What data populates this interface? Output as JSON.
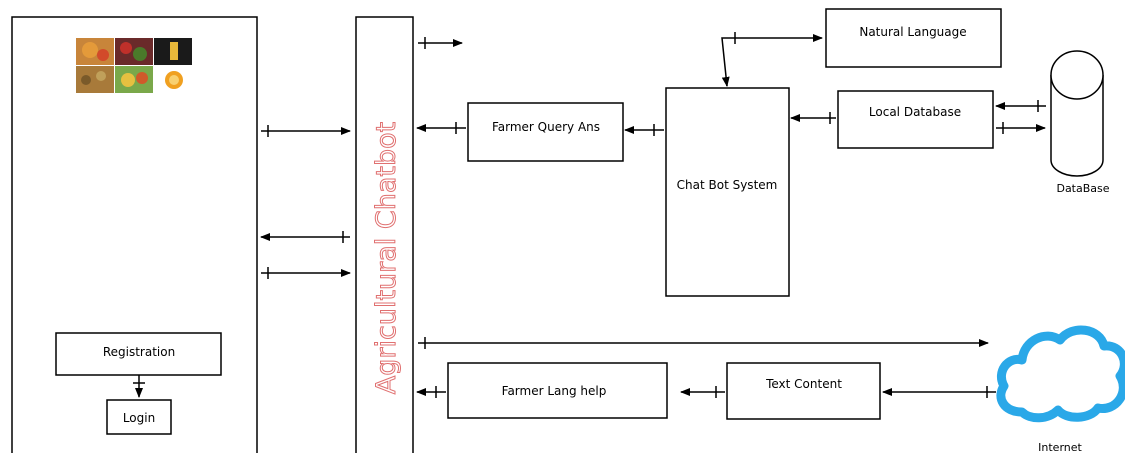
{
  "diagram": {
    "vertical_title": "Agricultural Chatbot",
    "boxes": {
      "registration": "Registration",
      "login": "Login",
      "farmer_query_ans": "Farmer Query Ans",
      "chat_bot_system": "Chat Bot System",
      "natural_language": "Natural Language",
      "local_database": "Local Database",
      "text_content": "Text Content",
      "farmer_lang_help": "Farmer Lang help"
    },
    "labels": {
      "database": "DataBase",
      "internet": "Internet"
    },
    "icons": {
      "database": "database-cylinder-icon",
      "internet": "cloud-icon",
      "thumbnails": "crop-food-photo-collage"
    },
    "colors": {
      "title_outline": "#e07070",
      "cloud": "#2aa8e8",
      "line": "#000000"
    }
  }
}
